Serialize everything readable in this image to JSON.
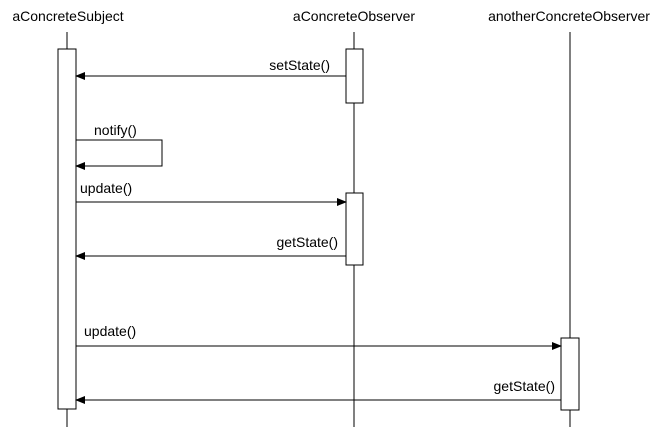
{
  "participants": [
    {
      "id": "subject",
      "name": "aConcreteSubject"
    },
    {
      "id": "observer",
      "name": "aConcreteObserver"
    },
    {
      "id": "another",
      "name": "anotherConcreteObserver"
    }
  ],
  "messages": [
    {
      "label": "setState()",
      "from": "observer",
      "to": "subject"
    },
    {
      "label": "notify()",
      "from": "subject",
      "to": "subject",
      "self": true
    },
    {
      "label": "update()",
      "from": "subject",
      "to": "observer"
    },
    {
      "label": "getState()",
      "from": "observer",
      "to": "subject"
    },
    {
      "label": "update()",
      "from": "subject",
      "to": "another"
    },
    {
      "label": "getState()",
      "from": "another",
      "to": "subject"
    }
  ]
}
